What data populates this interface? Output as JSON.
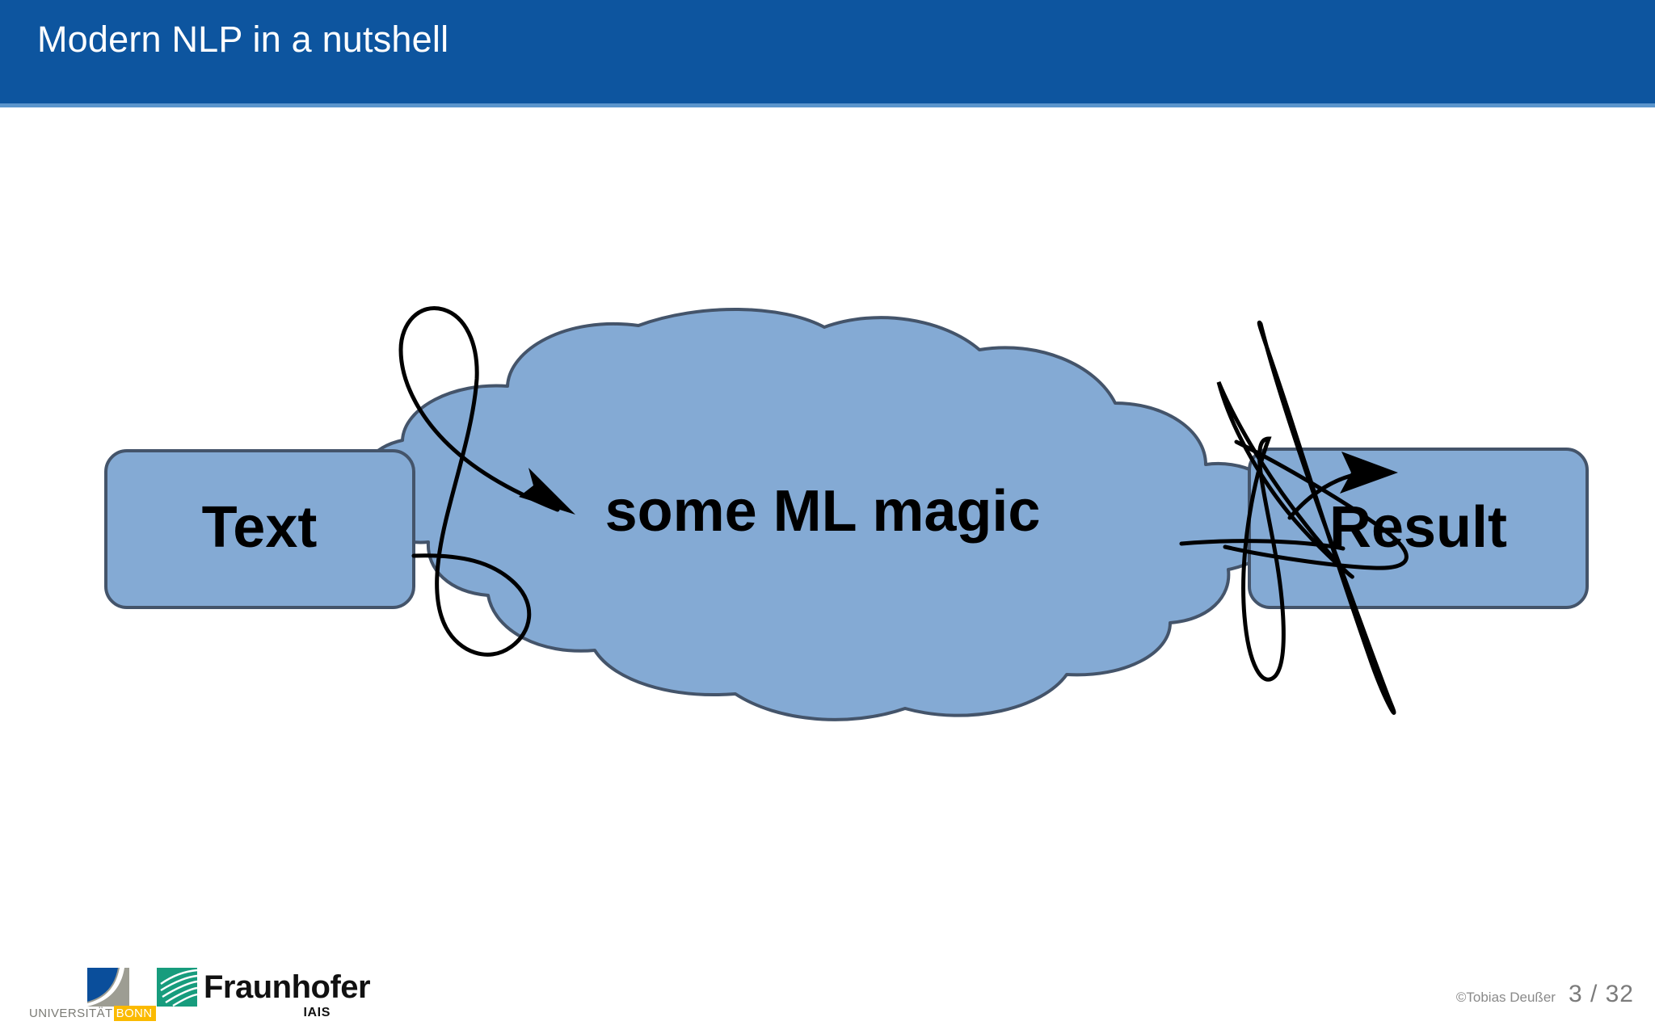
{
  "slide": {
    "title": "Modern NLP in a nutshell",
    "header_color": "#0d559f",
    "background_color": "#ffffff"
  },
  "diagram": {
    "type": "flow",
    "shape_fill": "#84aad4",
    "shape_stroke": "#44546a",
    "arrow_color": "#000000",
    "nodes": [
      {
        "id": "text",
        "kind": "rounded-box",
        "label": "Text"
      },
      {
        "id": "magic",
        "kind": "cloud",
        "label": "some ML magic"
      },
      {
        "id": "result",
        "kind": "rounded-box",
        "label": "Result"
      }
    ],
    "connectors": [
      {
        "id": "text-to-magic",
        "kind": "scribble-arrow",
        "from": "text",
        "to": "magic"
      },
      {
        "id": "magic-to-result",
        "kind": "scribble-arrow",
        "from": "magic",
        "to": "result"
      }
    ]
  },
  "footer": {
    "university_logo": {
      "name": "university-of-bonn-logo",
      "word_primary": "UNIVERSITÄT",
      "word_highlight": "BONN",
      "highlight_color": "#fbba00",
      "mark_colors": {
        "blue": "#0a4e9b",
        "gray": "#9d9d93"
      }
    },
    "institute_logo": {
      "name": "fraunhofer-iais-logo",
      "word": "Fraunhofer",
      "sub": "IAIS",
      "mark_color": "#179c7d"
    },
    "copyright": "©Tobias Deußer",
    "page_number": "3 / 32"
  }
}
